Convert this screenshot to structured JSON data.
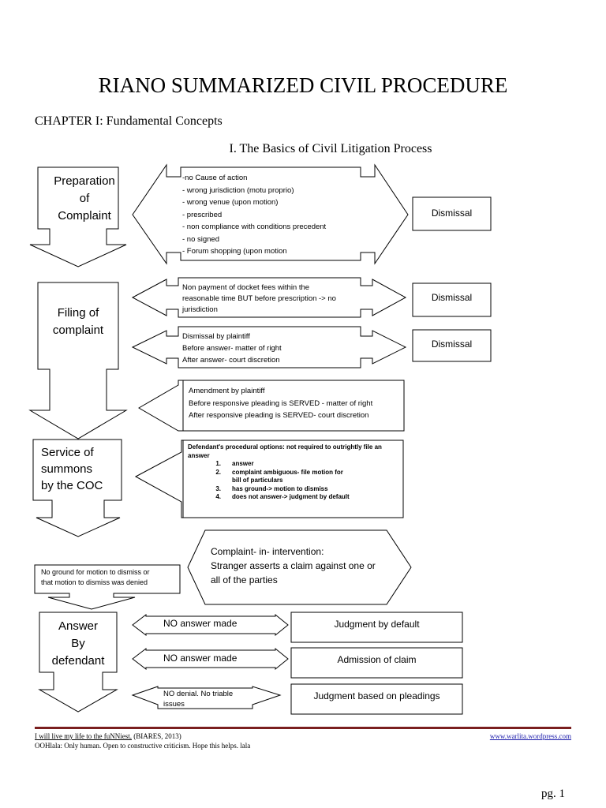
{
  "title": "RIANO SUMMARIZED CIVIL PROCEDURE",
  "chapter": "CHAPTER I: Fundamental Concepts",
  "section": "I. The Basics of Civil Litigation Process",
  "left_boxes": {
    "preparation": [
      "Preparation",
      "of",
      "Complaint"
    ],
    "filing": [
      "Filing of",
      "complaint"
    ],
    "service": [
      "Service of",
      "summons",
      "by the COC"
    ],
    "answer": [
      "Answer",
      "By",
      "defendant"
    ]
  },
  "arrow_texts": {
    "grounds": [
      "-no Cause of action",
      "- wrong jurisdiction (motu proprio)",
      "- wrong venue (upon motion)",
      "- prescribed",
      "- non compliance with conditions precedent",
      "- no signed",
      "- Forum shopping  (upon motion"
    ],
    "docket": [
      "Non payment of docket fees within the",
      "reasonable time BUT before prescription -> no",
      "jurisdiction"
    ],
    "dismissal_plaintiff": [
      "Dismissal by plaintiff",
      "Before answer- matter of right",
      "After answer- court discretion"
    ],
    "amendment": [
      "Amendment by plaintiff",
      "Before responsive pleading is SERVED - matter of right",
      "After responsive pleading is SERVED- court discretion"
    ],
    "options_head": "Defendant's procedural options: not required to outrightly file an answer",
    "options": [
      {
        "n": "1.",
        "t": "answer"
      },
      {
        "n": "2.",
        "t": "complaint ambiguous- file motion for bill of particulars"
      },
      {
        "n": "3.",
        "t": "has ground-> motion to dismiss"
      },
      {
        "n": "4.",
        "t": "does not answer-> judgment by default"
      }
    ],
    "intervention": [
      "Complaint- in- intervention:",
      "Stranger asserts a claim against one or",
      "all of the parties"
    ],
    "no_ground": [
      "No ground for motion to dismiss or",
      "that motion to dismiss was denied"
    ],
    "no_answer_1": "NO answer made",
    "no_answer_2": "NO answer made",
    "no_denial": [
      "NO denial. No triable",
      "issues"
    ]
  },
  "right_boxes": {
    "dismissal_1": "Dismissal",
    "dismissal_2": "Dismissal",
    "dismissal_3": "Dismissal",
    "judgment_default": "Judgment by default",
    "admission": "Admission of claim",
    "pleadings": "Judgment based on pleadings"
  },
  "footer": {
    "quote_underlined": "I will live my life to the fuNNiest.",
    "quote_source": " (BIARES, 2013)",
    "note": "OOHlala: Only human. Open to constructive criticism. Hope this helps. lala",
    "url": "www.warlita.wordpress.com"
  },
  "page": "pg. 1"
}
